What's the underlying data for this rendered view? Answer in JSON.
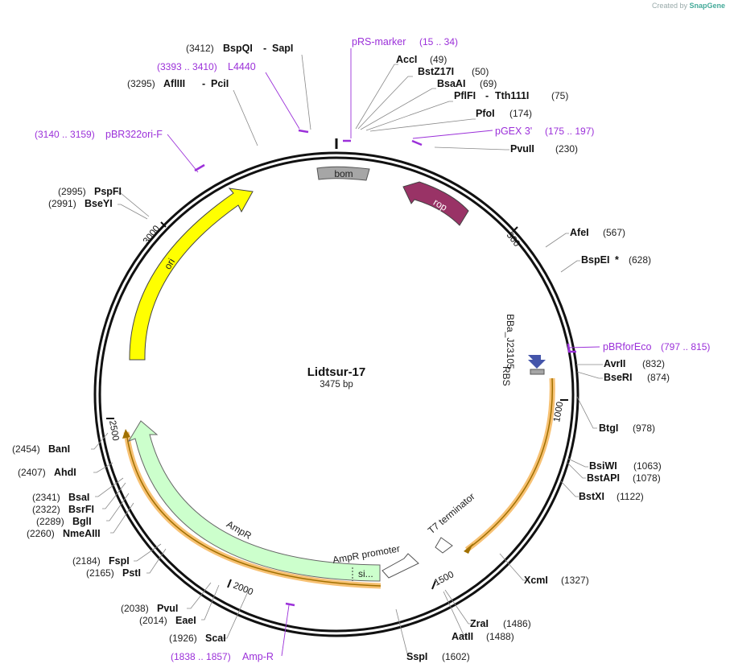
{
  "credit": {
    "prefix": "Created by",
    "brand": "SnapGene"
  },
  "plasmid": {
    "name": "Lidtsur-17",
    "length_label": "3475 bp",
    "length": 3475
  },
  "ticks": [
    "500",
    "1000",
    "1500",
    "2000",
    "2500",
    "3000"
  ],
  "features": {
    "bom": "bom",
    "rop": "rop",
    "ori": "ori",
    "ampr": "AmpR",
    "ampr_promoter": "AmpR promoter",
    "signal": "si...",
    "t7_terminator": "T7 terminator",
    "bba": "BBa_J23105",
    "rbs": "RBS"
  },
  "colors": {
    "ori": "#ffff00",
    "rop": "#993366",
    "ampr": "#ccffcc",
    "bom": "#a6a6a6",
    "promoter_arrow": "#4455aa",
    "primer": "#9b30d9",
    "orange_highlight": "#f7c173"
  },
  "sites": [
    {
      "name": "BspQI",
      "name2": "SapI",
      "pos": "(3412)"
    },
    {
      "name": "AflIII",
      "name2": "PciI",
      "pos": "(3295)"
    },
    {
      "name": "PspFI",
      "pos": "(2995)"
    },
    {
      "name": "BseYI",
      "pos": "(2991)"
    },
    {
      "name": "AccI",
      "pos": "(49)"
    },
    {
      "name": "BstZ17I",
      "pos": "(50)"
    },
    {
      "name": "BsaAI",
      "pos": "(69)"
    },
    {
      "name": "PflFI",
      "name2": "Tth111I",
      "pos": "(75)"
    },
    {
      "name": "PfoI",
      "pos": "(174)"
    },
    {
      "name": "PvuII",
      "pos": "(230)"
    },
    {
      "name": "AfeI",
      "pos": "(567)"
    },
    {
      "name": "BspEI",
      "star": "*",
      "pos": "(628)"
    },
    {
      "name": "AvrII",
      "pos": "(832)"
    },
    {
      "name": "BseRI",
      "pos": "(874)"
    },
    {
      "name": "BtgI",
      "pos": "(978)"
    },
    {
      "name": "BsiWI",
      "pos": "(1063)"
    },
    {
      "name": "BstAPI",
      "pos": "(1078)"
    },
    {
      "name": "BstXI",
      "pos": "(1122)"
    },
    {
      "name": "XcmI",
      "pos": "(1327)"
    },
    {
      "name": "ZraI",
      "pos": "(1486)"
    },
    {
      "name": "AatII",
      "pos": "(1488)"
    },
    {
      "name": "SspI",
      "pos": "(1602)"
    },
    {
      "name": "BanI",
      "pos": "(2454)"
    },
    {
      "name": "AhdI",
      "pos": "(2407)"
    },
    {
      "name": "BsaI",
      "pos": "(2341)"
    },
    {
      "name": "BsrFI",
      "pos": "(2322)"
    },
    {
      "name": "BglI",
      "pos": "(2289)"
    },
    {
      "name": "NmeAIII",
      "pos": "(2260)"
    },
    {
      "name": "FspI",
      "pos": "(2184)"
    },
    {
      "name": "PstI",
      "pos": "(2165)"
    },
    {
      "name": "PvuI",
      "pos": "(2038)"
    },
    {
      "name": "EaeI",
      "pos": "(2014)"
    },
    {
      "name": "ScaI",
      "pos": "(1926)"
    }
  ],
  "primers": [
    {
      "name": "pRS-marker",
      "range": "(15 .. 34)"
    },
    {
      "name": "L4440",
      "range": "(3393 .. 3410)"
    },
    {
      "name": "pBR322ori-F",
      "range": "(3140 .. 3159)"
    },
    {
      "name": "pGEX 3'",
      "range": "(175 .. 197)"
    },
    {
      "name": "pBRforEco",
      "range": "(797 .. 815)"
    },
    {
      "name": "Amp-R",
      "range": "(1838 .. 1857)"
    }
  ]
}
